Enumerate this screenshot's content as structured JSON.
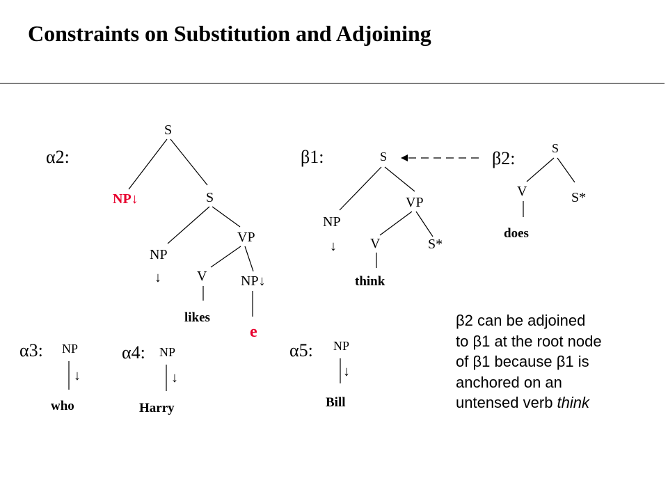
{
  "title": "Constraints on Substitution and Adjoining",
  "colors": {
    "substitution_marker": "#e8002e"
  },
  "symbols": {
    "down_arrow": "↓"
  },
  "trees": {
    "alpha2": {
      "name": "α2:",
      "root": "S",
      "np_subst": "NP↓",
      "s_inner": "S",
      "np_subj": "NP",
      "np_subj_arrow": "↓",
      "vp": "VP",
      "v": "V",
      "np_obj": "NP↓",
      "anchor": "likes",
      "trace": "e"
    },
    "beta1": {
      "name": "β1:",
      "root": "S",
      "np": "NP",
      "np_arrow": "↓",
      "vp": "VP",
      "v": "V",
      "foot": "S*",
      "anchor": "think"
    },
    "beta2": {
      "name": "β2:",
      "root": "S",
      "v": "V",
      "foot": "S*",
      "anchor": "does"
    },
    "alpha3": {
      "name": "α3:",
      "np": "NP",
      "arrow": "↓",
      "anchor": "who"
    },
    "alpha4": {
      "name": "α4:",
      "np": "NP",
      "arrow": "↓",
      "anchor": "Harry"
    },
    "alpha5": {
      "name": "α5:",
      "np": "NP",
      "arrow": "↓",
      "anchor": "Bill"
    }
  },
  "note": {
    "line1": "β2  can be adjoined",
    "line2": "to β1 at the root node",
    "line3": "of β1 because β1 is",
    "line4": "anchored on an",
    "line5_prefix": "untensed verb ",
    "line5_emph": "think"
  }
}
